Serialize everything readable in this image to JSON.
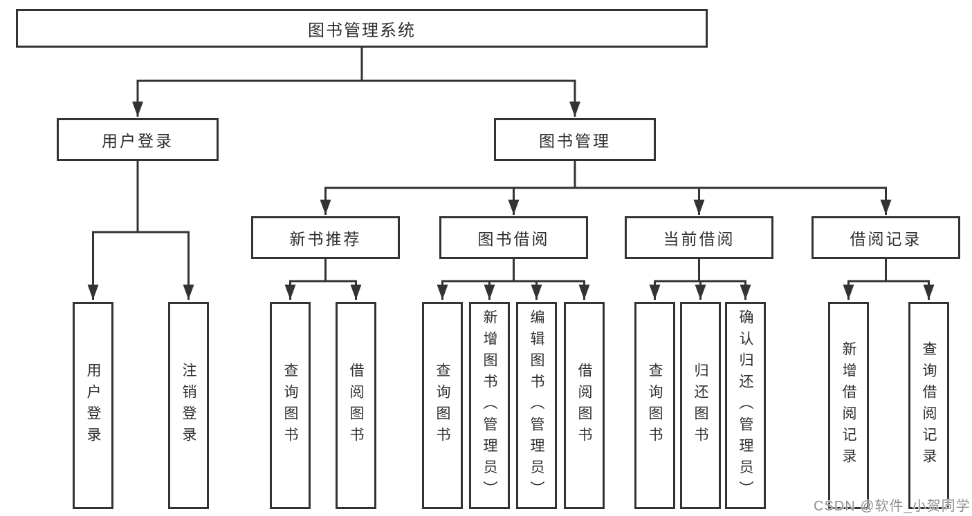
{
  "root": {
    "label": "图书管理系统"
  },
  "level2": {
    "user_login": "用户登录",
    "book_management": "图书管理"
  },
  "level3": {
    "new_book_recommend": "新书推荐",
    "book_borrow": "图书借阅",
    "current_borrow": "当前借阅",
    "borrow_records": "借阅记录"
  },
  "leaves": {
    "user_login": [
      "用户登录",
      "注销登录"
    ],
    "new_book_recommend": [
      "查询图书",
      "借阅图书"
    ],
    "book_borrow": [
      "查询图书",
      "新增图书（管理员）",
      "编辑图书（管理员）",
      "借阅图书"
    ],
    "current_borrow": [
      "查询图书",
      "归还图书",
      "确认归还（管理员）"
    ],
    "borrow_records": [
      "新增借阅记录",
      "查询借阅记录"
    ]
  },
  "watermark": {
    "text": "CSDN @软件_小贺同学",
    "color": "#8f8f8f"
  },
  "colors": {
    "line": "#333333",
    "border": "#333333",
    "text": "#2f2f2f",
    "background": "#ffffff"
  }
}
